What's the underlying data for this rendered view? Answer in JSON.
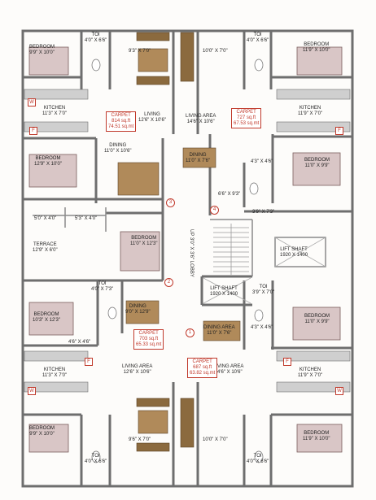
{
  "rooms": {
    "bed_tl": {
      "name": "BEDROOM",
      "size": "9'9\" X 10'0\""
    },
    "toi_tl": {
      "name": "TOI",
      "size": "4'0\" X 6'6\""
    },
    "liv_tl": {
      "size": "9'3\" X 7'0\""
    },
    "liv_tr_size": {
      "size": "10'0\" X 7'0\""
    },
    "toi_tr": {
      "name": "TOI",
      "size": "4'0\" X 6'6\""
    },
    "bed_tr": {
      "name": "BEDROOM",
      "size": "11'9\" X 10'0\""
    },
    "kit_tl": {
      "name": "KITCHEN",
      "size": "11'3\" X 7'0\""
    },
    "living_tl": {
      "name": "LIVING",
      "size": "12'6\" X 10'6\""
    },
    "livarea_tr": {
      "name": "LIVING AREA",
      "size": "14'6\" X 10'6\""
    },
    "kit_tr": {
      "name": "KITCHEN",
      "size": "11'9\" X 7'0\""
    },
    "dining_tl": {
      "name": "DINING",
      "size": "11'0\" X 10'6\""
    },
    "bed_ml": {
      "name": "BEDROOM",
      "size": "12'9\" X 10'0\""
    },
    "dining_tr": {
      "name": "DINING",
      "size": "11'0\" X 7'6\""
    },
    "toi_tr2": {
      "size": "4'3\" X 4'6\""
    },
    "bed_mr": {
      "name": "BEDROOM",
      "size": "11'0\" X 9'9\""
    },
    "pass1": {
      "size": "6'6\" X 9'3\""
    },
    "pass2": {
      "size": "3'9\" X 7'3\""
    },
    "toi_a": {
      "size": "5'0\" X 4'0\""
    },
    "toi_b": {
      "size": "5'3\" X 4'0\""
    },
    "terrace": {
      "name": "TERRACE",
      "size": "12'9\" X 6'0\""
    },
    "bed_c": {
      "name": "BEDROOM",
      "size": "11'0\" X 12'3\""
    },
    "lobby": {
      "name": "LOBBY",
      "size": "UP 3'0\" X 3'6\""
    },
    "lift1": {
      "name": "LIFT SHAFT",
      "size": "1920 X 1400"
    },
    "lift2": {
      "name": "LIFT SHAFT",
      "size": "1920 X 1400"
    },
    "toi_bl": {
      "name": "TOI",
      "size": "4'0\" X 7'3\""
    },
    "dining_bl": {
      "name": "DINING",
      "size": "9'0\" X 12'9\""
    },
    "toi_br": {
      "name": "TOI",
      "size": "3'9\" X 7'0\""
    },
    "bed_bl": {
      "name": "BEDROOM",
      "size": "10'3\" X 12'3\""
    },
    "small_bl": {
      "size": "4'6\" X 4'6\""
    },
    "dining_br": {
      "name": "DINING AREA",
      "size": "11'0\" X 7'6\""
    },
    "toi_br2": {
      "size": "4'3\" X 4'6\""
    },
    "bed_br": {
      "name": "BEDROOM",
      "size": "11'0\" X 9'9\""
    },
    "kit_bl": {
      "name": "KITCHEN",
      "size": "11'3\" X 7'0\""
    },
    "livarea_bl": {
      "name": "LIVING AREA",
      "size": "12'6\" X 10'6\""
    },
    "livarea_br": {
      "name": "LIVING AREA",
      "size": "14'6\" X 10'6\""
    },
    "kit_br": {
      "name": "KITCHEN",
      "size": "11'9\" X 7'0\""
    },
    "bed_bbl": {
      "name": "BEDROOM",
      "size": "9'9\" X 10'0\""
    },
    "toi_bbl": {
      "name": "TOI",
      "size": "4'0\" X 6'6\""
    },
    "liv_bbl": {
      "size": "9'6\" X 7'0\""
    },
    "liv_bbr": {
      "size": "10'0\" X 7'0\""
    },
    "toi_bbr": {
      "name": "TOI",
      "size": "4'0\" X 6'6\""
    },
    "bed_bbr": {
      "name": "BEDROOM",
      "size": "11'9\" X 10'0\""
    }
  },
  "carpets": {
    "c1": {
      "label": "CARPET",
      "sqft": "814 sq.ft",
      "sqm": "74.51 sq.mt"
    },
    "c2": {
      "label": "CARPET",
      "sqft": "727 sq.ft",
      "sqm": "67.53 sq.mt"
    },
    "c3": {
      "label": "CARPET",
      "sqft": "703 sq.ft",
      "sqm": "65.33 sq.mt"
    },
    "c4": {
      "label": "CARPET",
      "sqft": "687 sq.ft",
      "sqm": "63.82 sq.mt"
    }
  },
  "flat_numbers": {
    "n1": "1",
    "n2": "2",
    "n3": "3",
    "n4": "4"
  },
  "appliance_tags": {
    "w": "W",
    "f": "F"
  },
  "colors": {
    "wall": "#6e6e6e",
    "accent": "#c0392b",
    "furniture": "#8b6a3e",
    "bed": "#d9c6c6"
  }
}
